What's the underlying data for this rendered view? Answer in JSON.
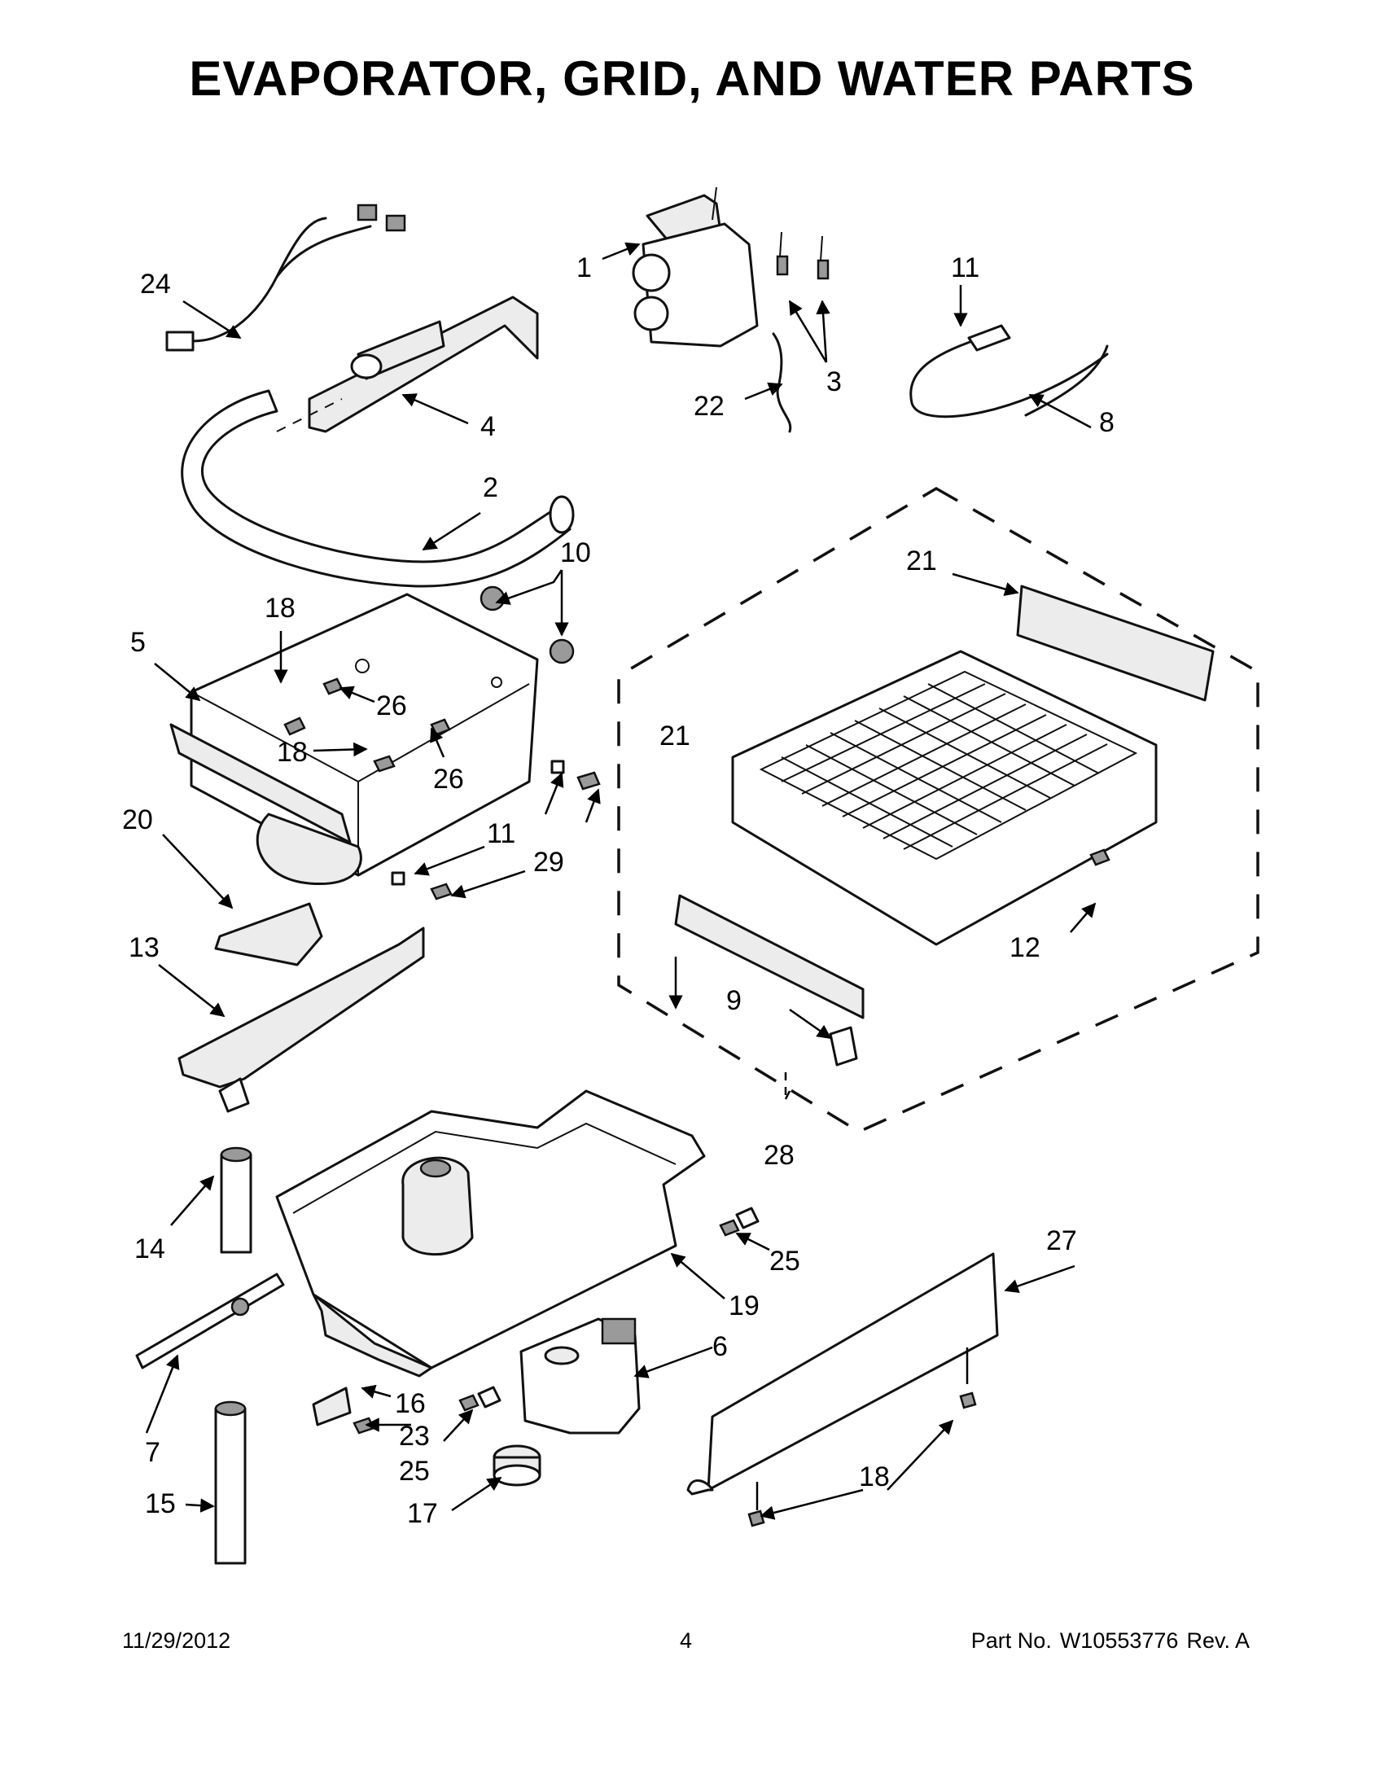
{
  "page": {
    "title": "EVAPORATOR, GRID, AND WATER PARTS",
    "footer": {
      "date": "11/29/2012",
      "page_number": "4",
      "part_label": "Part No.",
      "part_number": "W10553776",
      "revision": "Rev.  A"
    }
  },
  "callouts": {
    "c1": "1",
    "c2": "2",
    "c3": "3",
    "c4": "4",
    "c5": "5",
    "c6": "6",
    "c7": "7",
    "c8": "8",
    "c9": "9",
    "c10": "10",
    "c11a": "11",
    "c11b": "11",
    "c12": "12",
    "c13": "13",
    "c14": "14",
    "c15": "15",
    "c16": "16",
    "c17": "17",
    "c18a": "18",
    "c18b": "18",
    "c18c": "18",
    "c19": "19",
    "c20": "20",
    "c21a": "21",
    "c21b": "21",
    "c22": "22",
    "c23": "23",
    "c24": "24",
    "c25a": "25",
    "c25b": "25",
    "c26a": "26",
    "c26b": "26",
    "c27": "27",
    "c28": "28",
    "c29": "29"
  }
}
